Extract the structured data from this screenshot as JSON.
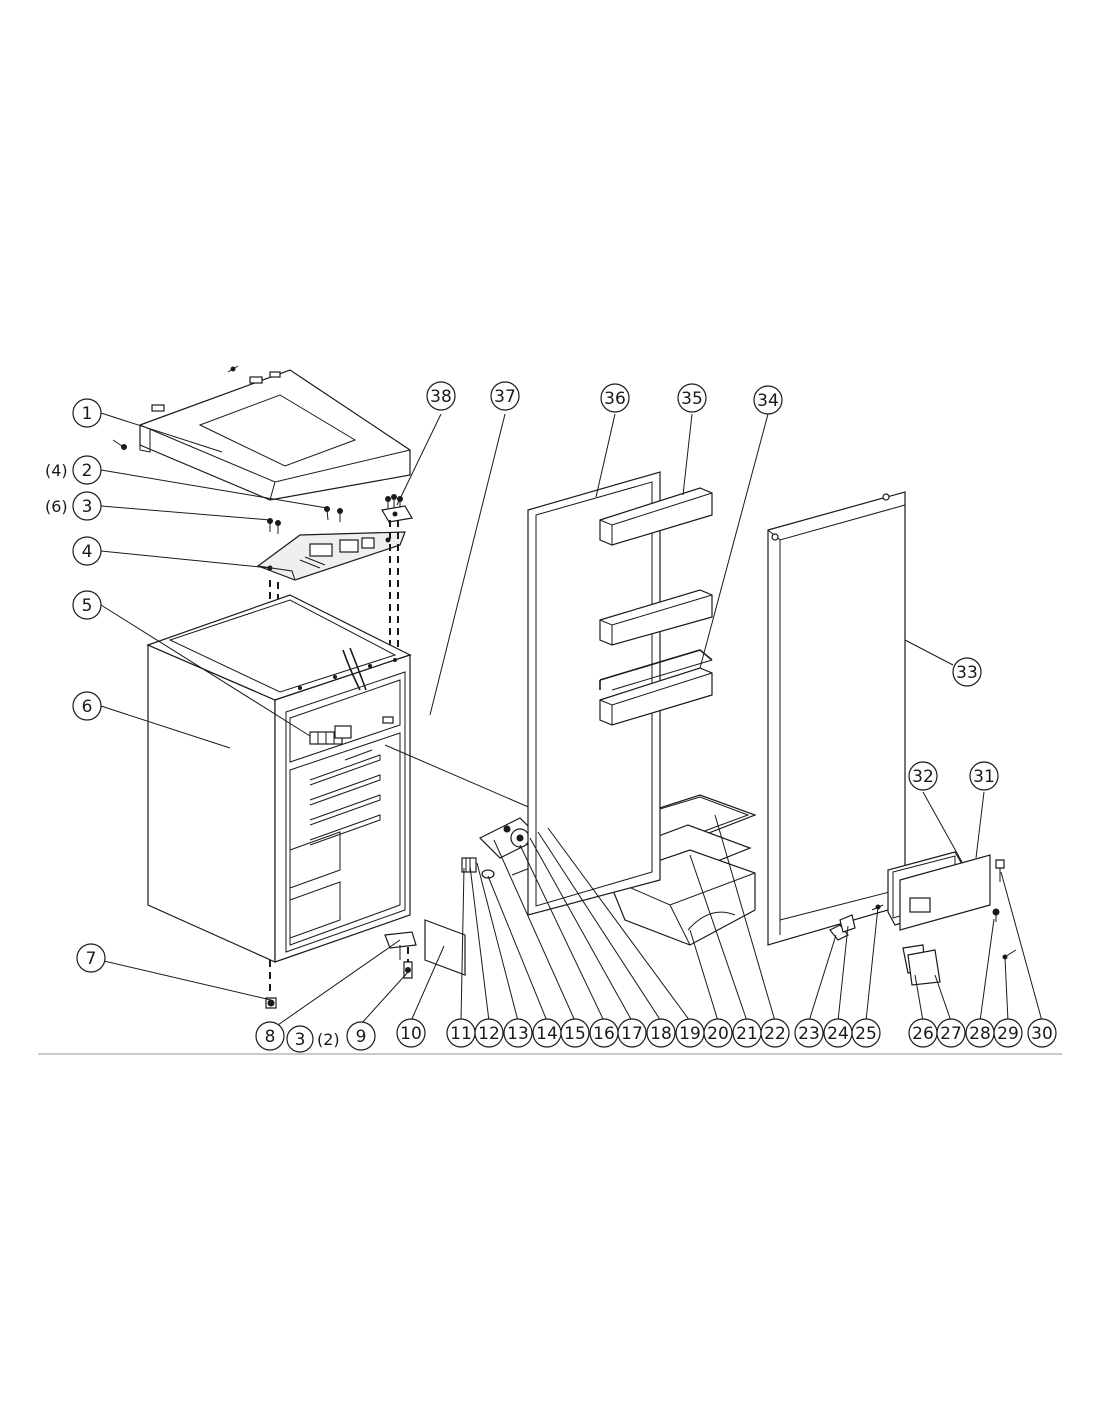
{
  "callouts": [
    "1",
    "2",
    "3",
    "4",
    "5",
    "6",
    "7",
    "8",
    "9",
    "10",
    "11",
    "12",
    "13",
    "14",
    "15",
    "16",
    "17",
    "18",
    "19",
    "20",
    "21",
    "22",
    "23",
    "24",
    "25",
    "26",
    "27",
    "28",
    "29",
    "30",
    "31",
    "32",
    "33",
    "34",
    "35",
    "36",
    "37",
    "38"
  ],
  "qty_notes": {
    "item2": "(4)",
    "item3_top": "(6)",
    "item3_bottom_num": "3",
    "item3_bottom_qty": "(2)"
  },
  "colors": {
    "line": "#1a1a1a",
    "background": "#ffffff",
    "panel_fill": "#efefef"
  }
}
